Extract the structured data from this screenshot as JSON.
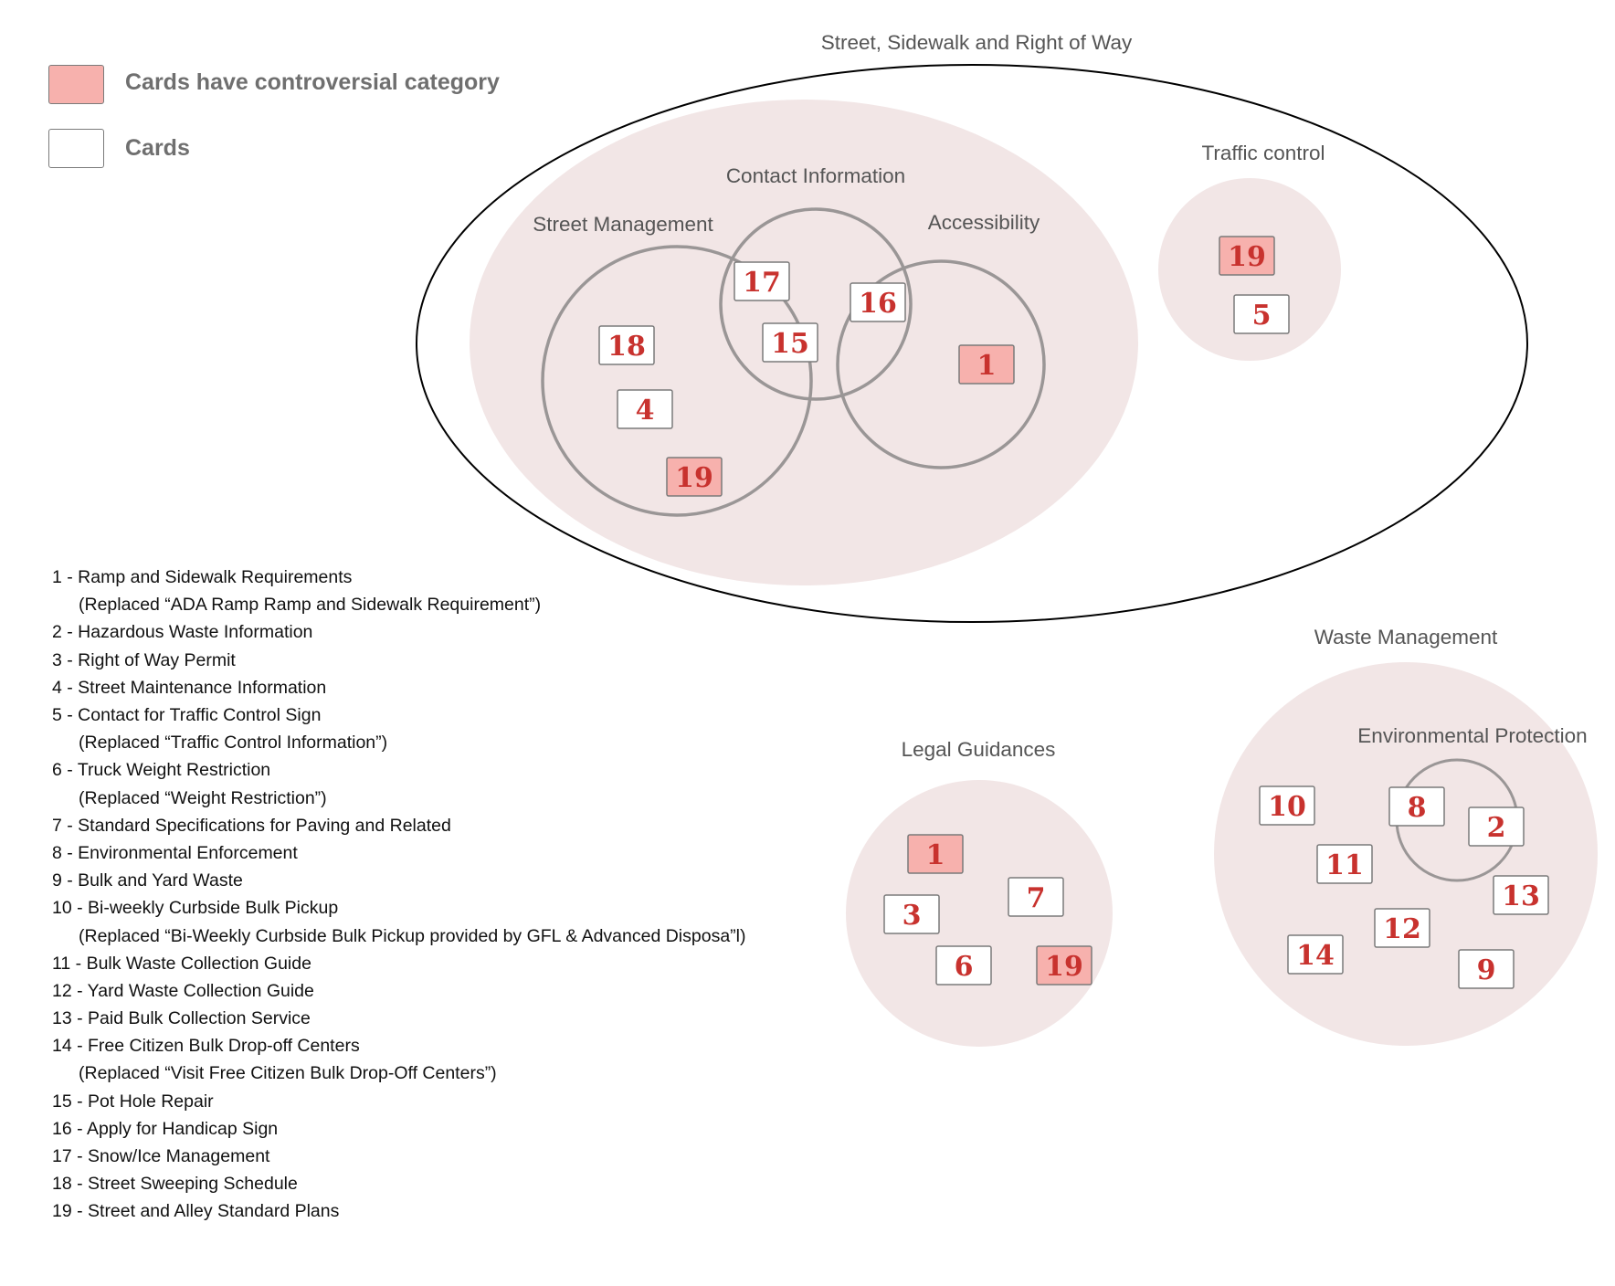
{
  "legend": {
    "controversial_label": "Cards have controversial category",
    "controversial_color": "#f7b1ad",
    "cards_label": "Cards",
    "cards_color": "#ffffff"
  },
  "colors": {
    "group_fill": "#f2e6e6",
    "outline": "#9a9696",
    "card_text": "#c8322e",
    "label_text": "#555555"
  },
  "groups": {
    "street_sidewalk": "Street, Sidewalk and Right of Way",
    "contact_information": "Contact Information",
    "street_management": "Street Management",
    "accessibility": "Accessibility",
    "traffic_control": "Traffic control",
    "waste_management": "Waste Management",
    "environmental_protection": "Environmental Protection",
    "legal_guidances": "Legal Guidances"
  },
  "cards": {
    "street_management": [
      {
        "number": "18",
        "controversial": false
      },
      {
        "number": "4",
        "controversial": false
      },
      {
        "number": "19",
        "controversial": true
      }
    ],
    "street_contact_overlap": [
      {
        "number": "17",
        "controversial": false
      },
      {
        "number": "15",
        "controversial": false
      }
    ],
    "contact_accessibility_overlap": [
      {
        "number": "16",
        "controversial": false
      }
    ],
    "accessibility": [
      {
        "number": "1",
        "controversial": true
      }
    ],
    "traffic_control": [
      {
        "number": "19",
        "controversial": true
      },
      {
        "number": "5",
        "controversial": false
      }
    ],
    "legal_guidances": [
      {
        "number": "1",
        "controversial": true
      },
      {
        "number": "3",
        "controversial": false
      },
      {
        "number": "7",
        "controversial": false
      },
      {
        "number": "6",
        "controversial": false
      },
      {
        "number": "19",
        "controversial": true
      }
    ],
    "waste_management": [
      {
        "number": "10",
        "controversial": false
      },
      {
        "number": "11",
        "controversial": false
      },
      {
        "number": "12",
        "controversial": false
      },
      {
        "number": "14",
        "controversial": false
      },
      {
        "number": "13",
        "controversial": false
      },
      {
        "number": "9",
        "controversial": false
      }
    ],
    "environmental_protection": [
      {
        "number": "8",
        "controversial": false
      },
      {
        "number": "2",
        "controversial": false
      }
    ]
  },
  "key": [
    {
      "text": "1 - Ramp and Sidewalk Requirements",
      "note": "(Replaced “ADA Ramp Ramp and Sidewalk Requirement”)"
    },
    {
      "text": "2 - Hazardous Waste Information"
    },
    {
      "text": "3 - Right of Way Permit"
    },
    {
      "text": "4 - Street Maintenance Information"
    },
    {
      "text": "5 - Contact for Traffic Control Sign",
      "note": "(Replaced “Traffic Control Information”)"
    },
    {
      "text": "6 - Truck Weight Restriction",
      "note": "(Replaced “Weight Restriction”)"
    },
    {
      "text": "7 - Standard Specifications for Paving and Related"
    },
    {
      "text": "8 - Environmental Enforcement"
    },
    {
      "text": "9 - Bulk and Yard Waste"
    },
    {
      "text": "10 - Bi-weekly Curbside Bulk Pickup",
      "note": "(Replaced “Bi-Weekly Curbside Bulk Pickup provided by GFL & Advanced Disposa”l)"
    },
    {
      "text": "11 - Bulk Waste Collection Guide"
    },
    {
      "text": "12 - Yard Waste Collection Guide"
    },
    {
      "text": "13 - Paid Bulk Collection Service"
    },
    {
      "text": "14 - Free Citizen Bulk Drop-off Centers",
      "note": "(Replaced “Visit Free Citizen Bulk Drop-Off Centers”)"
    },
    {
      "text": "15 - Pot Hole Repair"
    },
    {
      "text": "16 - Apply for Handicap Sign"
    },
    {
      "text": "17 - Snow/Ice Management"
    },
    {
      "text": "18 - Street Sweeping Schedule"
    },
    {
      "text": "19 - Street and Alley Standard Plans"
    }
  ]
}
